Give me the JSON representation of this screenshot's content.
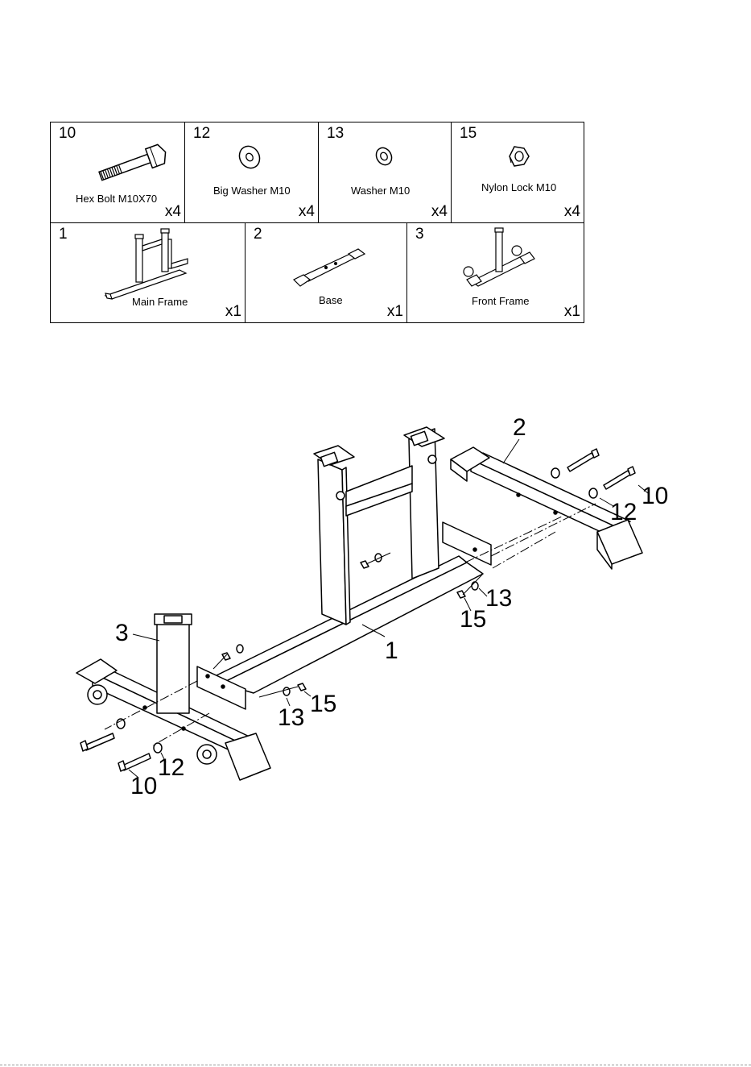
{
  "hardware_parts": [
    {
      "number": "10",
      "name": "Hex Bolt M10X70",
      "quantity": "x4"
    },
    {
      "number": "12",
      "name": "Big Washer M10",
      "quantity": "x4"
    },
    {
      "number": "13",
      "name": "Washer M10",
      "quantity": "x4"
    },
    {
      "number": "15",
      "name": "Nylon Lock M10",
      "quantity": "x4"
    }
  ],
  "frame_parts": [
    {
      "number": "1",
      "name": "Main Frame",
      "quantity": "x1"
    },
    {
      "number": "2",
      "name": "Base",
      "quantity": "x1"
    },
    {
      "number": "3",
      "name": "Front Frame",
      "quantity": "x1"
    }
  ],
  "callouts": {
    "base": "2",
    "bolt_right": "10",
    "big_washer_right": "12",
    "washer_right": "13",
    "nut_right": "15",
    "main_frame": "1",
    "front_frame": "3",
    "washer_center": "13",
    "nut_center": "15",
    "big_washer_left": "12",
    "bolt_left": "10"
  }
}
